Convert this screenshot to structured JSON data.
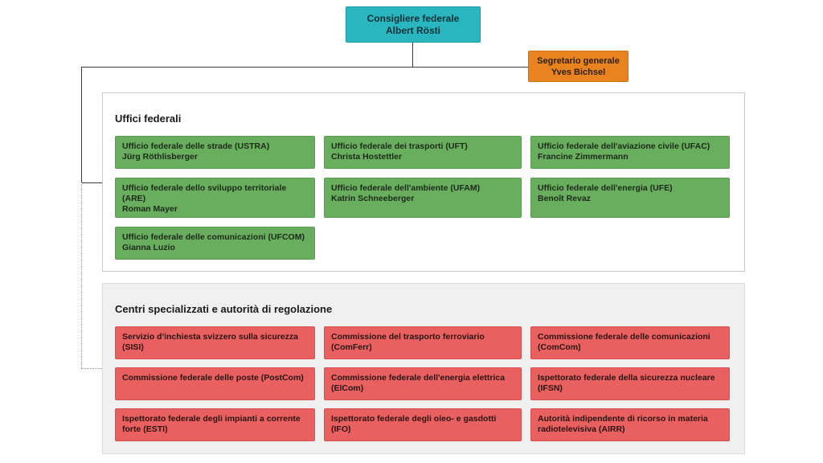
{
  "chart": {
    "root": {
      "title": "Consigliere federale",
      "person": "Albert Rösti"
    },
    "secretary": {
      "title": "Segretario generale",
      "person": "Yves Bichsel"
    },
    "sections": [
      {
        "title": "Uffici federali",
        "boxes": [
          {
            "title": "Ufficio federale delle strade (USTRA)",
            "person": "Jürg Röthlisberger"
          },
          {
            "title": "Ufficio federale dei trasporti (UFT)",
            "person": "Christa Hostettler"
          },
          {
            "title": "Ufficio federale dell'aviazione civile (UFAC)",
            "person": "Francine Zimmermann"
          },
          {
            "title": "Ufficio federale dello sviluppo territoriale (ARE)",
            "person": "Roman Mayer"
          },
          {
            "title": "Ufficio federale dell'ambiente (UFAM)",
            "person": "Katrin Schneeberger"
          },
          {
            "title": "Ufficio federale dell'energia (UFE)",
            "person": "Benoît Revaz"
          },
          {
            "title": "Ufficio federale delle comunicazioni (UFCOM)",
            "person": "Gianna Luzio"
          }
        ]
      },
      {
        "title": "Centri specializzati e autorità di regolazione",
        "boxes": [
          {
            "title": "Servizio d'inchiesta svizzero sulla sicurezza (SISI)"
          },
          {
            "title": "Commissione del trasporto ferroviario (ComFerr)"
          },
          {
            "title": "Commissione federale delle comunicazioni (ComCom)"
          },
          {
            "title": "Commissione federale delle poste (PostCom)"
          },
          {
            "title": "Commissione federale dell'energia elettrica (ElCom)"
          },
          {
            "title": "Ispettorato federale della sicurezza nucleare (IFSN)"
          },
          {
            "title": "Ispettorato federale degli impianti a corrente forte (ESTI)"
          },
          {
            "title": "Ispettorato federale degli oleo- e gasdotti (IFO)"
          },
          {
            "title": "Autorità indipendente di ricorso in materia radiotelevisiva (AIRR)"
          }
        ]
      }
    ],
    "colors": {
      "root_bg": "#29b6bf",
      "secretary_bg": "#e8831f",
      "office_bg": "#68ae5e",
      "authority_bg": "#e96060",
      "panel_offices_bg": "#ffffff",
      "panel_authorities_bg": "#f0f0f0"
    }
  }
}
